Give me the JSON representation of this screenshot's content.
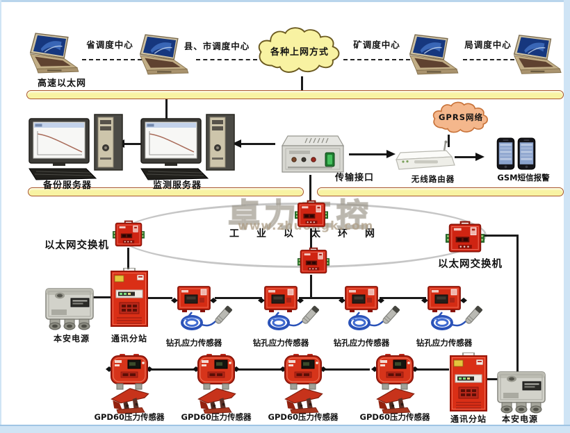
{
  "top_row": {
    "dispatch_labels": [
      "省调度中心",
      "县、市调度中心",
      "矿调度中心",
      "局调度中心"
    ],
    "internet_cloud": "各种上网方式"
  },
  "backbone": {
    "label": "高速以太网"
  },
  "surface": {
    "backup_server": "备份服务器",
    "monitoring_server": "监测服务器",
    "transmission_interface": "传输接口",
    "wireless_router": "无线路由器",
    "gprs_cloud": "GPRS网络",
    "gsm_alarm": "GSM短信报警"
  },
  "ring": {
    "label": "工业以太环网"
  },
  "underground": {
    "switch_left": "以太网交换机",
    "switch_right": "以太网交换机",
    "power_left": "本安电源",
    "substation_left": "通讯分站",
    "stress_sensor_labels": [
      "钻孔应力传感器",
      "钻孔应力传感器",
      "钻孔应力传感器",
      "钻孔应力传感器"
    ],
    "pressure_sensor_labels": [
      "GPD60压力传感器",
      "GPD60压力传感器",
      "GPD60压力传感器",
      "GPD60压力传感器"
    ],
    "substation_right": "通讯分站",
    "power_right": "本安电源"
  },
  "watermark": {
    "brand": "卓力工控",
    "url": "www.zhuoligk.com"
  },
  "colors": {
    "bar_fill": "#f8f3a3",
    "bar_border": "#a8562c",
    "cloud_yellow": "#f8f2a2",
    "cloud_orange": "#f4b78c",
    "device_red": "#cf2412",
    "ring_grey": "#c6c6c6",
    "frame_blue": "#cfe4f5",
    "line_black": "#1a1a1a"
  }
}
